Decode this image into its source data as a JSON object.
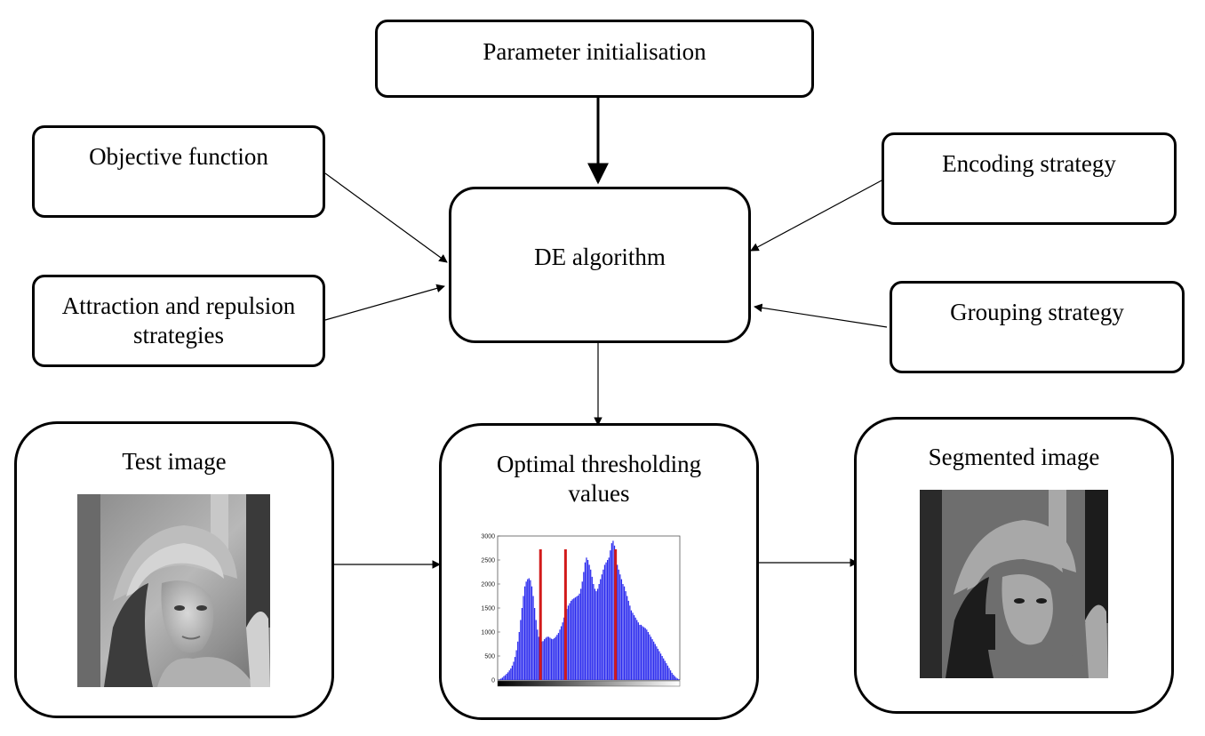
{
  "nodes": {
    "param_init": "Parameter initialisation",
    "objective": "Objective function",
    "encoding": "Encoding strategy",
    "de_algo": "DE algorithm",
    "attraction": "Attraction and repulsion strategies",
    "grouping": "Grouping strategy",
    "test_image": "Test image",
    "optimal": "Optimal thresholding values",
    "segmented": "Segmented image"
  },
  "chart_data": {
    "type": "bar",
    "title": "",
    "xlabel": "",
    "ylabel": "",
    "ylim": [
      0,
      3000
    ],
    "xlim": [
      0,
      255
    ],
    "yticks": [
      "0",
      "500",
      "1000",
      "1500",
      "2000",
      "2500",
      "3000"
    ],
    "thresholds": [
      60,
      95,
      165
    ],
    "colors": {
      "bars": "#2a2aee",
      "threshold": "#d21a1a"
    },
    "values": [
      5,
      15,
      30,
      50,
      80,
      100,
      130,
      160,
      200,
      240,
      300,
      380,
      480,
      620,
      800,
      1000,
      1250,
      1500,
      1750,
      1950,
      2050,
      2100,
      2120,
      2080,
      1950,
      1750,
      1500,
      1250,
      1050,
      900,
      820,
      800,
      810,
      850,
      880,
      900,
      900,
      880,
      860,
      850,
      870,
      900,
      940,
      980,
      1050,
      1120,
      1200,
      1300,
      1400,
      1480,
      1550,
      1600,
      1650,
      1680,
      1700,
      1720,
      1740,
      1760,
      1800,
      1900,
      2050,
      2250,
      2450,
      2550,
      2500,
      2400,
      2300,
      2150,
      2000,
      1900,
      1850,
      1900,
      2000,
      2100,
      2200,
      2300,
      2400,
      2450,
      2500,
      2550,
      2700,
      2850,
      2900,
      2800,
      2600,
      2400,
      2300,
      2200,
      2100,
      2000,
      1950,
      1850,
      1750,
      1650,
      1550,
      1450,
      1400,
      1350,
      1300,
      1250,
      1200,
      1150,
      1150,
      1120,
      1100,
      1080,
      1050,
      1000,
      950,
      900,
      850,
      800,
      750,
      700,
      650,
      600,
      550,
      500,
      450,
      400,
      350,
      300,
      250,
      200,
      150,
      110,
      80,
      50,
      30,
      15
    ]
  }
}
